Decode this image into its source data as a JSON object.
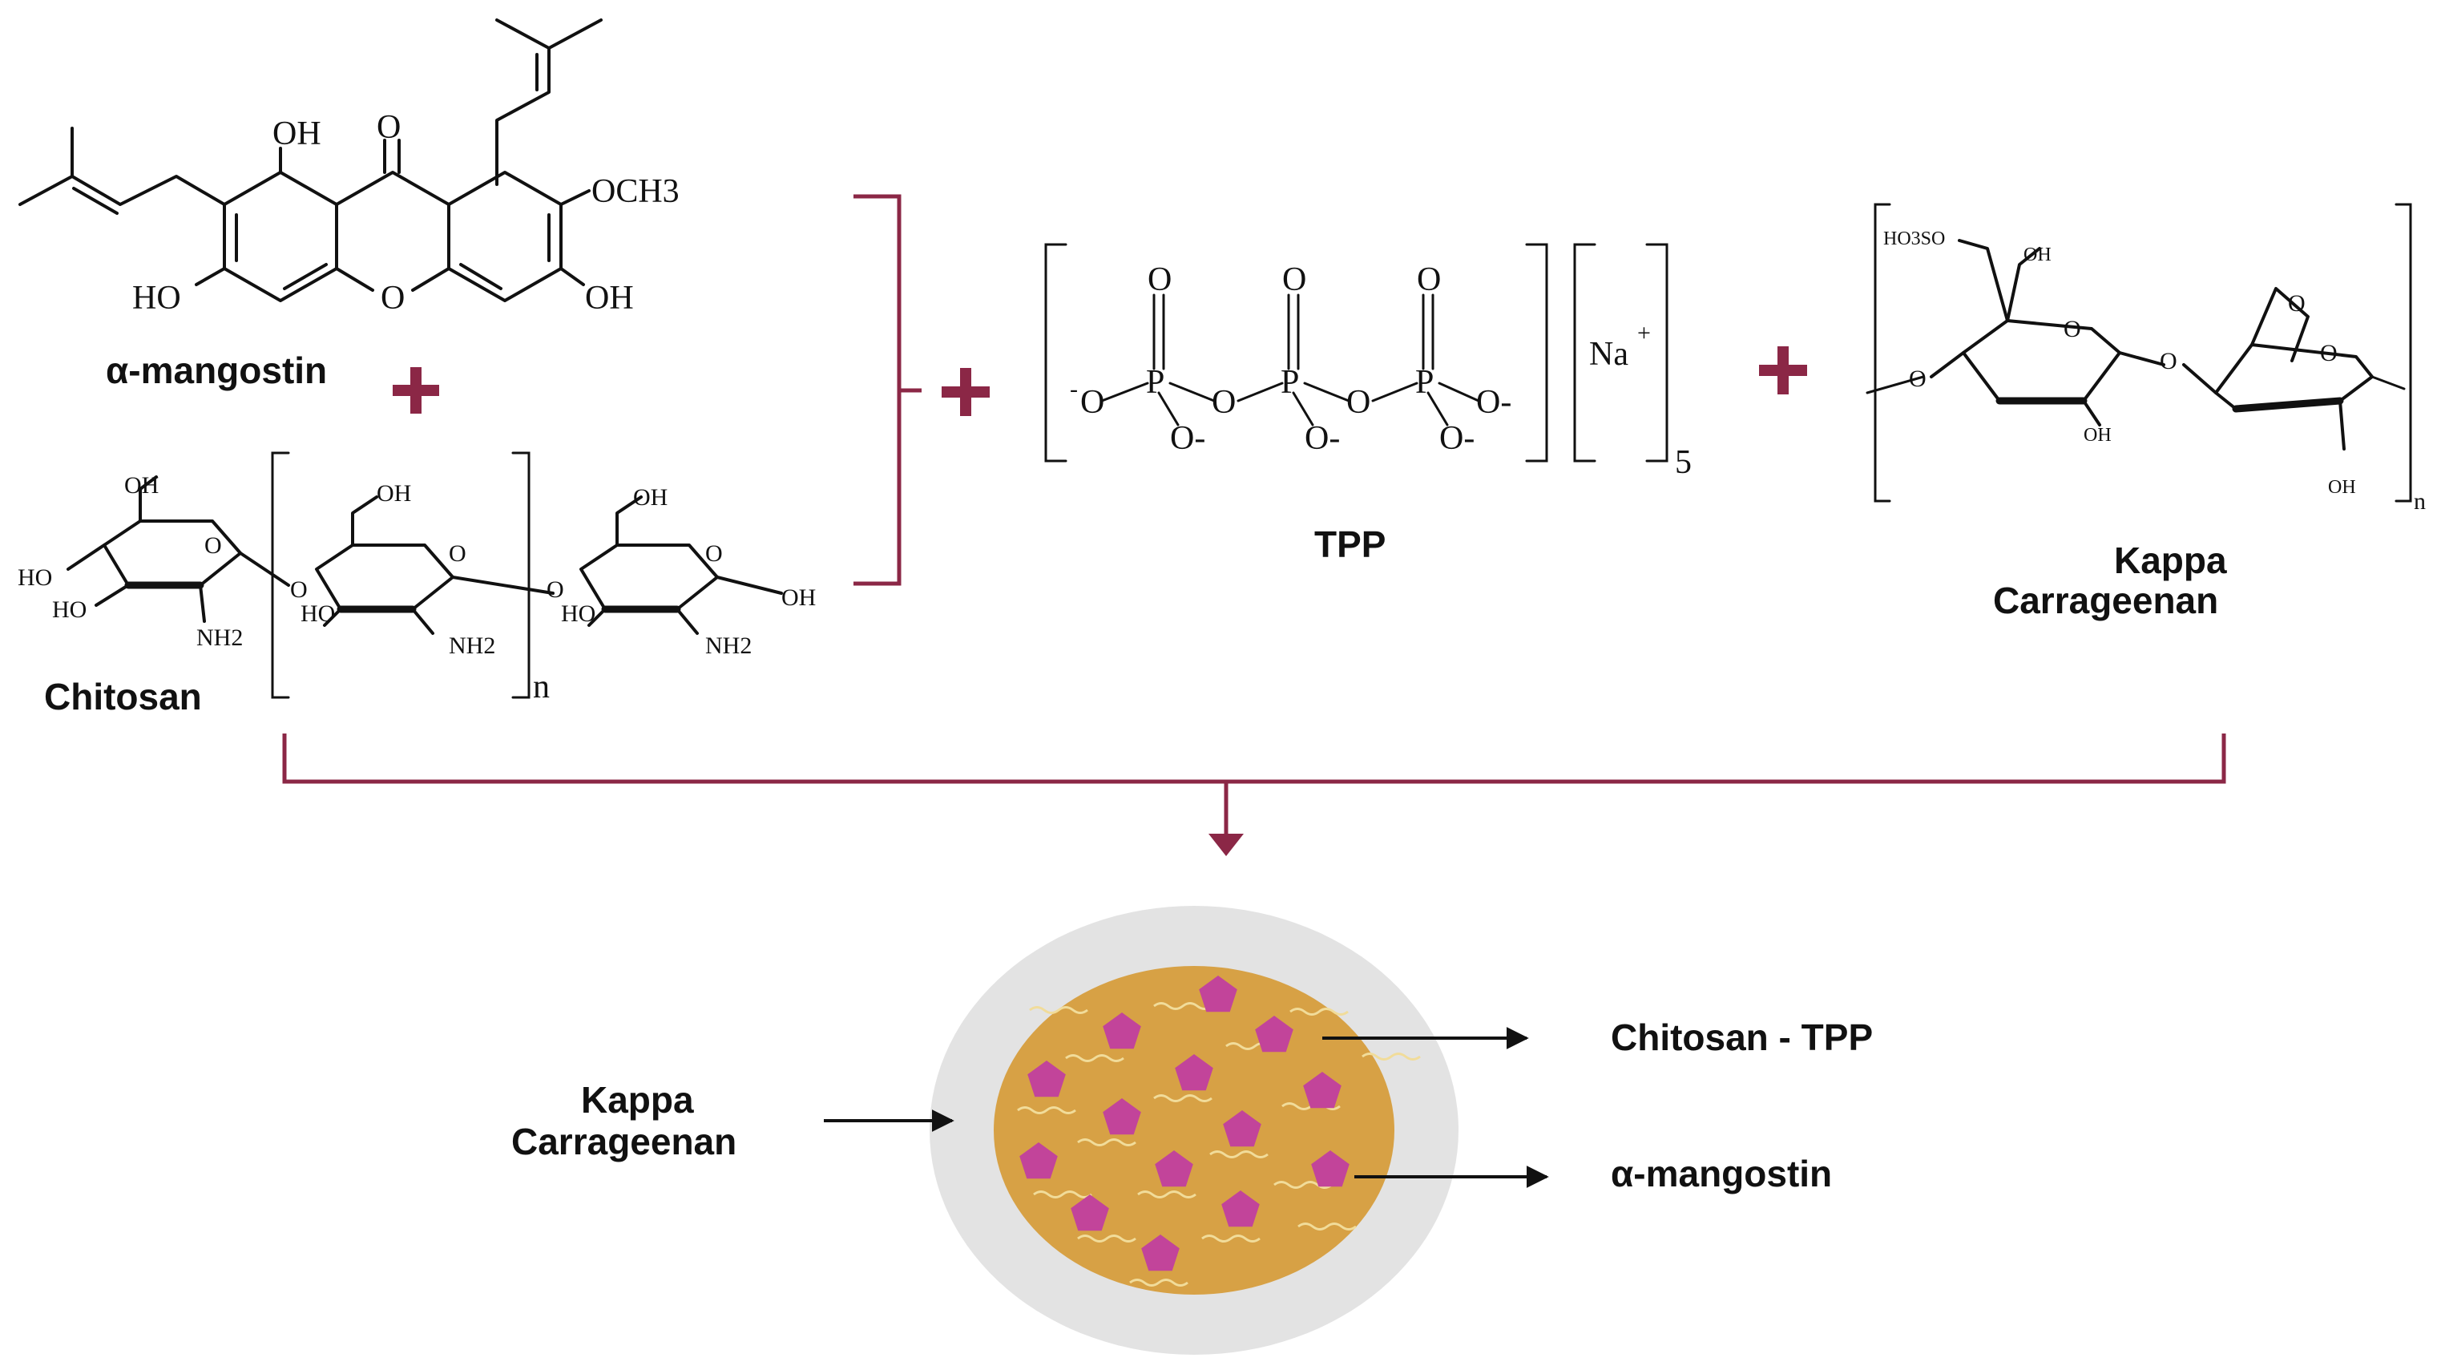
{
  "colors": {
    "accent": "#8b2746",
    "particle_outer": "#e3e3e3",
    "particle_core": "#d7a145",
    "drug_marker": "#c2449a",
    "chain_lines": "#f1dc9a"
  },
  "molecules": {
    "mangostin": {
      "name": "α-mangostin",
      "atoms": {
        "oh_top": "OH",
        "o_carbonyl": "O",
        "och3": "OCH3",
        "ho_left": "HO",
        "o_ring": "O",
        "oh_right": "OH"
      }
    },
    "chitosan": {
      "name": "Chitosan",
      "repeat_subscript": "n",
      "atoms": {
        "oh": "OH",
        "ho": "HO",
        "o": "O",
        "nh2": "NH2"
      }
    },
    "tpp": {
      "name": "TPP",
      "counter_ion": "Na",
      "counter_ion_charge": "+",
      "counter_ion_subscript": "5",
      "atoms": {
        "o": "O",
        "p": "P",
        "o_minus": "O-",
        "minus": "-"
      }
    },
    "carrageenan": {
      "name_line1": "Kappa",
      "name_line2": "Carrageenan",
      "repeat_subscript": "n",
      "atoms": {
        "ho3so": "HO3SO",
        "oh": "OH",
        "o": "O"
      }
    }
  },
  "nanoparticle": {
    "label_outer_line1": "Kappa",
    "label_outer_line2": "Carrageenan",
    "label_matrix": "Chitosan - TPP",
    "label_drug": "α-mangostin"
  }
}
